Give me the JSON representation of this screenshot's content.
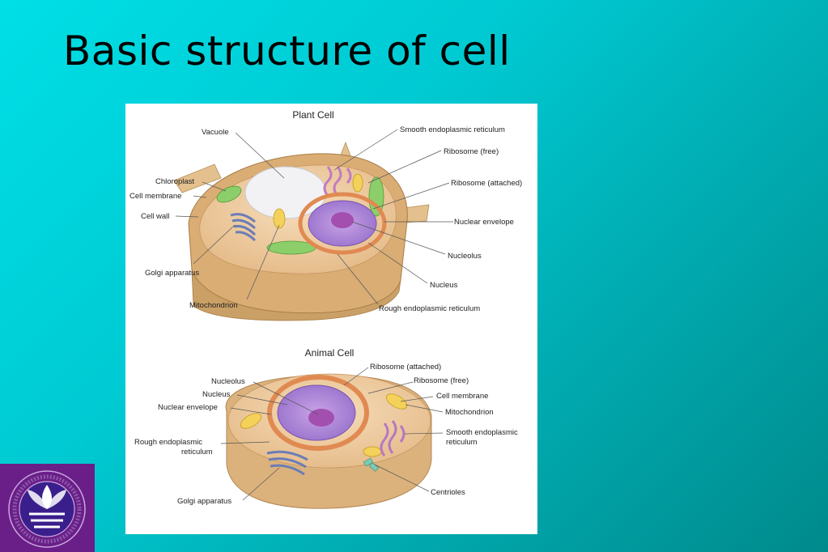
{
  "slide": {
    "title": "Basic structure of cell"
  },
  "plant_cell": {
    "caption": "Plant Cell",
    "labels": {
      "vacuole": "Vacuole",
      "chloroplast": "Chloroplast",
      "cell_membrane": "Cell membrane",
      "cell_wall": "Cell wall",
      "golgi": "Golgi apparatus",
      "mitochondrion": "Mitochondrion",
      "smooth_er": "Smooth endoplasmic reticulum",
      "ribosome_free": "Ribosome (free)",
      "ribosome_attached": "Ribosome (attached)",
      "nuclear_envelope": "Nuclear envelope",
      "nucleolus": "Nucleolus",
      "nucleus": "Nucleus",
      "rough_er": "Rough endoplasmic reticulum"
    }
  },
  "animal_cell": {
    "caption": "Animal Cell",
    "labels": {
      "nucleolus": "Nucleolus",
      "nucleus": "Nucleus",
      "nuclear_envelope": "Nuclear envelope",
      "rough_er_1": "Rough endoplasmic",
      "rough_er_2": "reticulum",
      "golgi": "Golgi apparatus",
      "ribosome_attached": "Ribosome (attached)",
      "ribosome_free": "Ribosome (free)",
      "cell_membrane": "Cell membrane",
      "mitochondrion": "Mitochondrion",
      "smooth_er_1": "Smooth endoplasmic",
      "smooth_er_2": "reticulum",
      "centrioles": "Centrioles"
    }
  },
  "colors": {
    "background": "#00c9d2",
    "logo_background": "#6a1e88"
  }
}
